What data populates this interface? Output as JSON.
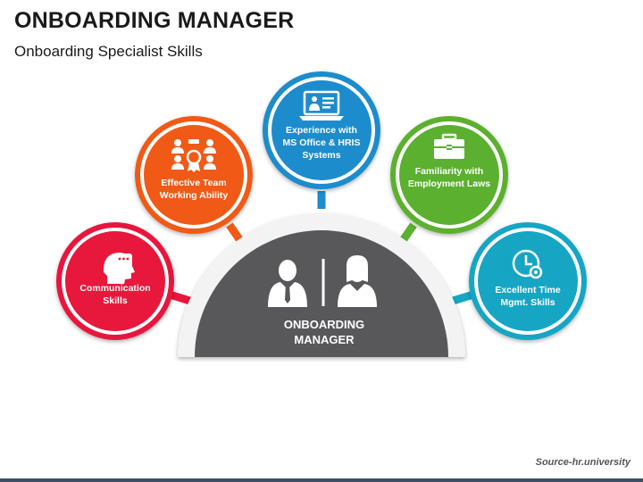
{
  "slide": {
    "title": "ONBOARDING MANAGER",
    "subtitle": "Onboarding Specialist Skills",
    "source": "Source-hr.university"
  },
  "center": {
    "label": "ONBOARDING MANAGER",
    "color": "#58585a",
    "icon": "manager-man-woman-icon"
  },
  "skills": [
    {
      "label": "Communication Skills",
      "color": "#e8173c",
      "icon": "head-speech-icon"
    },
    {
      "label": "Effective Team Working Ability",
      "color": "#f05a16",
      "icon": "team-award-icon"
    },
    {
      "label": "Experience with MS Office & HRIS Systems",
      "color": "#1d8ccd",
      "icon": "laptop-user-icon"
    },
    {
      "label": "Familiarity with Employment Laws",
      "color": "#5bb02f",
      "icon": "briefcase-gavel-icon"
    },
    {
      "label": "Excellent Time Mgmt. Skills",
      "color": "#16a6c4",
      "icon": "clock-gear-icon"
    }
  ]
}
